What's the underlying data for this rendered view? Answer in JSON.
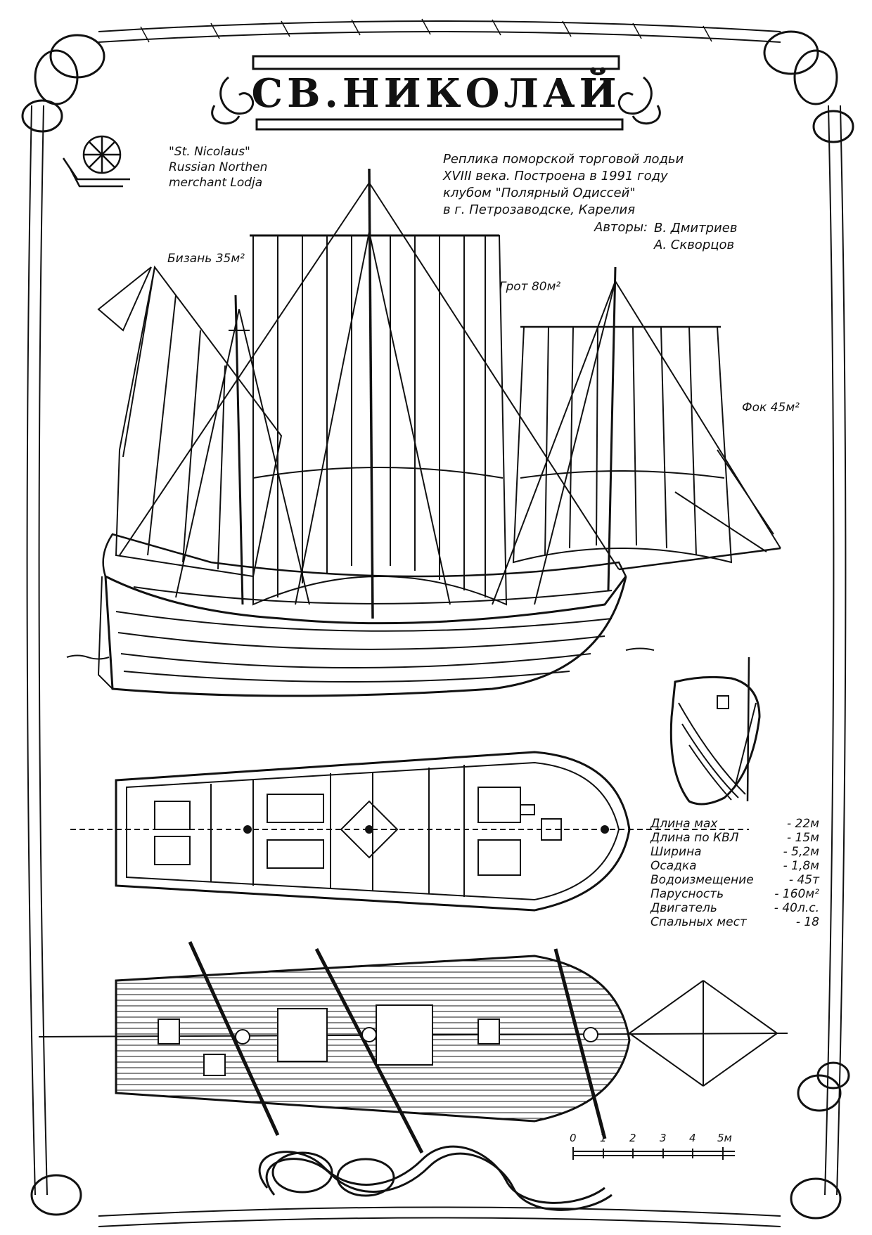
{
  "title": "СВ.НИКОЛАЙ",
  "english_caption": [
    "\"St. Nicolaus\"",
    "Russian Northen",
    "merchant Lodja"
  ],
  "russian_caption": [
    "Реплика поморской торговой лодьи",
    "XVIII века. Построена в 1991 году",
    "клубом \"Полярный Одиссей\"",
    "в г. Петрозаводске, Карелия"
  ],
  "authors_label": "Авторы:",
  "authors": [
    "В. Дмитриев",
    "А. Скворцов"
  ],
  "sails": {
    "mizzen": "Бизань 35м²",
    "main": "Грот 80м²",
    "fore": "Фок 45м²"
  },
  "specs": [
    {
      "label": "Длина мах",
      "value": "- 22м"
    },
    {
      "label": "Длина по КВЛ",
      "value": "- 15м"
    },
    {
      "label": "Ширина",
      "value": "- 5,2м"
    },
    {
      "label": "Осадка",
      "value": "- 1,8м"
    },
    {
      "label": "Водоизмещение",
      "value": "- 45т"
    },
    {
      "label": "Парусность",
      "value": "- 160м²"
    },
    {
      "label": "Двигатель",
      "value": "- 40л.с."
    },
    {
      "label": "Спальных мест",
      "value": "- 18"
    }
  ],
  "scale": {
    "ticks": [
      "0",
      "1",
      "2",
      "3",
      "4",
      "5м"
    ]
  },
  "colors": {
    "ink": "#111111",
    "paper": "#ffffff"
  }
}
